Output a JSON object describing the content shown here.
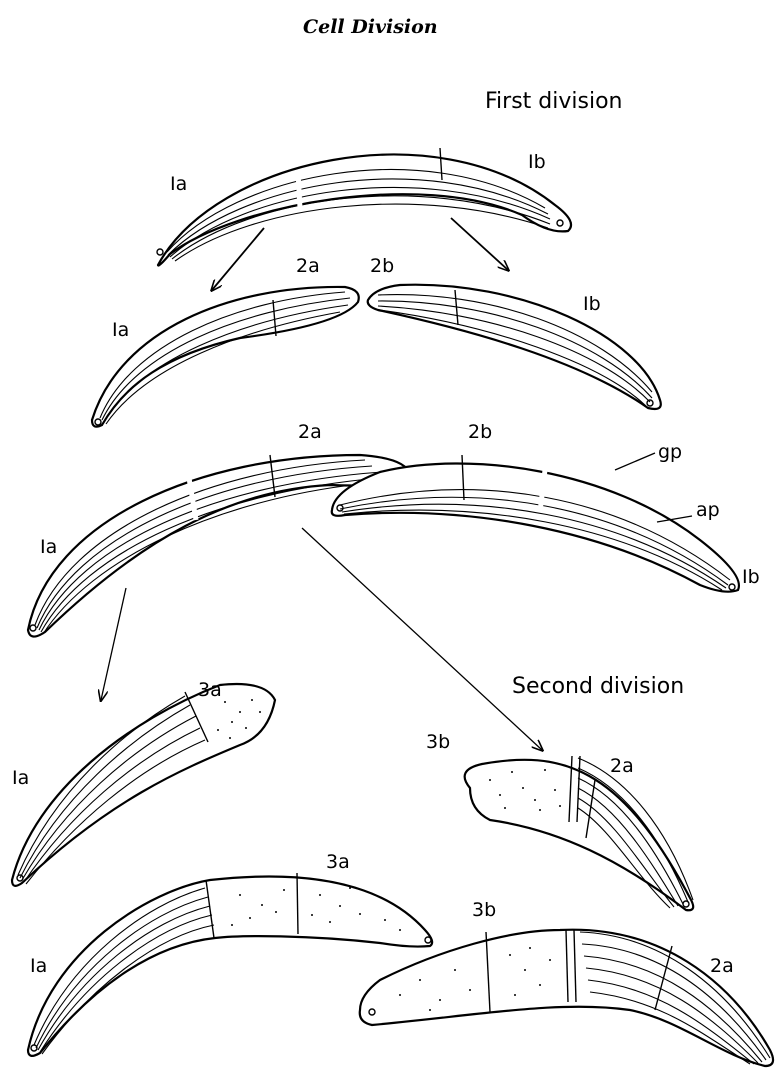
{
  "title": "Cell Division",
  "headings": {
    "first": "First division",
    "second": "Second division"
  },
  "labels": {
    "l1a": "Ia",
    "l1b": "Ib",
    "l2a": "2a",
    "l2b": "2b",
    "l3a": "3a",
    "l3b": "3b",
    "gp": "gp",
    "ap": "ap"
  }
}
